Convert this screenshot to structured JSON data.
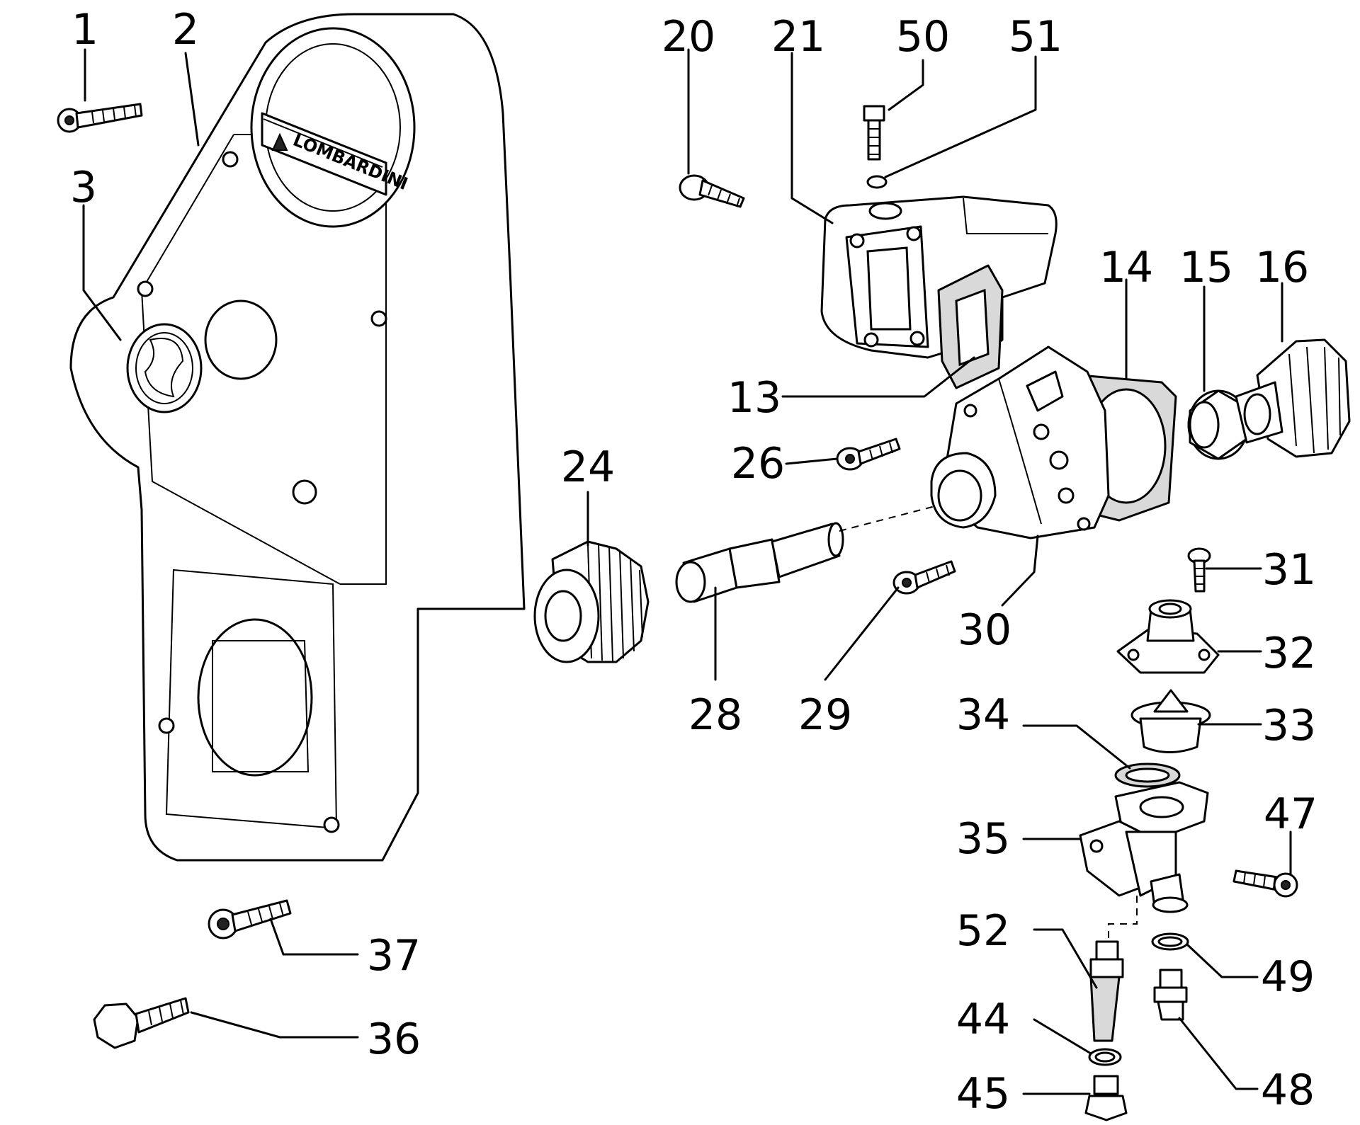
{
  "brand_plate": "LOMBARDINI",
  "labels": {
    "p1": "1",
    "p2": "2",
    "p3": "3",
    "p13": "13",
    "p14": "14",
    "p15": "15",
    "p16": "16",
    "p20": "20",
    "p21": "21",
    "p24": "24",
    "p26": "26",
    "p28": "28",
    "p29": "29",
    "p30": "30",
    "p31": "31",
    "p32": "32",
    "p33": "33",
    "p34": "34",
    "p35": "35",
    "p36": "36",
    "p37": "37",
    "p44": "44",
    "p45": "45",
    "p47": "47",
    "p48": "48",
    "p49": "49",
    "p50": "50",
    "p51": "51",
    "p52": "52"
  }
}
